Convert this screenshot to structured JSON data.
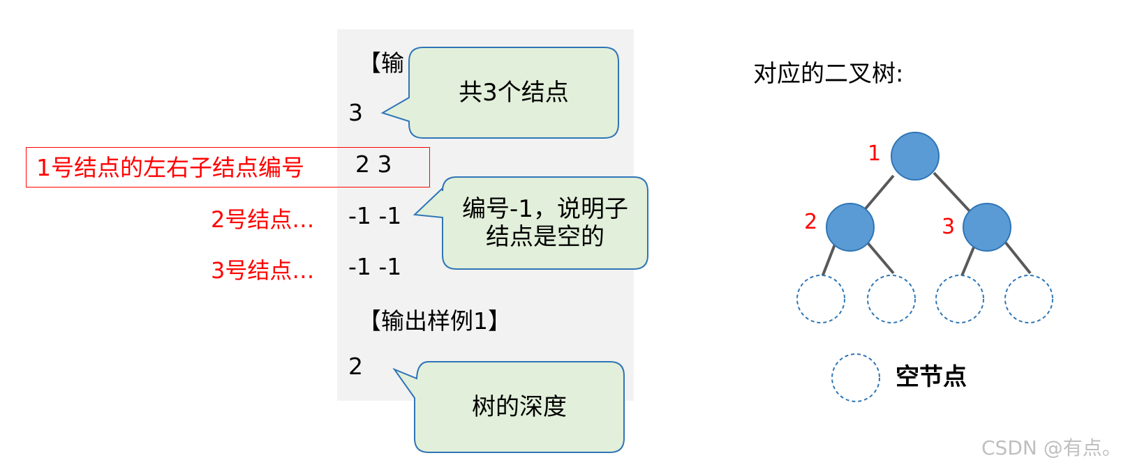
{
  "input_panel": {
    "input_header_visible": "【输",
    "line_count": "3",
    "line_node1": "2  3",
    "line_node2": "-1 -1",
    "line_node3": "-1 -1",
    "output_header": "【输出样例1】",
    "output_value": "2"
  },
  "annotations": {
    "node1_label": "1号结点的左右子结点编号",
    "node2_label": "2号结点…",
    "node3_label": "3号结点…"
  },
  "callouts": {
    "count": "共3个结点",
    "minus_one_line1": "编号-1，说明子",
    "minus_one_line2": "结点是空的",
    "depth": "树的深度"
  },
  "tree": {
    "title": "对应的二叉树:",
    "nodes": [
      {
        "label": "1"
      },
      {
        "label": "2"
      },
      {
        "label": "3"
      }
    ],
    "legend_label": "空节点"
  },
  "colors": {
    "callout_fill": "#e2efda",
    "callout_stroke": "#2e75b6",
    "node_fill": "#5b9bd5",
    "node_stroke": "#2e75b6",
    "annotation_red": "#ff0000"
  },
  "watermark": "CSDN @有点。"
}
